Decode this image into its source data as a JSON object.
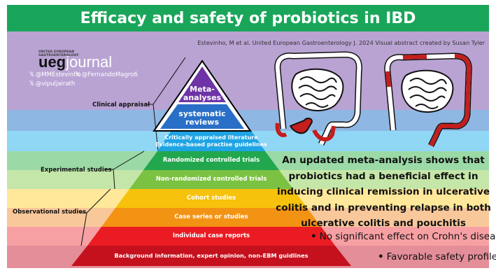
{
  "title": "Efficacy and safety of probiotics in IBD",
  "citation": "Estevinho, M et al. United European Gastroenterology J. 2024 Visual abstract created by Susan Tyler",
  "brand": {
    "small_text_line1": "UNITED EUROPEAN",
    "small_text_line2": "GASTROENTEROLOGY",
    "name_part1": "ueg",
    "name_part2": "journal",
    "social_icon": "x-logo-icon",
    "handles": [
      "@MMEstevinho",
      "@FernandoMagro6",
      "@vipuljairath"
    ]
  },
  "categories": {
    "clinical": "Clinical appraisal",
    "experimental": "Experimental studies",
    "observational": "Observational studies"
  },
  "pyramid": {
    "meta_analyses_1": "Meta-",
    "meta_analyses_2": "analyses",
    "systematic_1": "systematic",
    "systematic_2": "reviews",
    "appraised_1": "Critically appraised literature",
    "appraised_2": "Evidence-based practise guidelines",
    "rct": "Randomized controlled trials",
    "non_rct": "Non-randomized controlled trials",
    "cohort": "Cohort studies",
    "case_series": "Case series or studies",
    "case_reports": "Individual case reports",
    "background": "Background information, expert opinion, non-EBM guidlines"
  },
  "finding": "An updated meta-analysis shows that probiotics had a beneficial effect in inducing clinical remission in ulcerative colitis and in preventing relapse in both ulcerative colitis and pouchitis",
  "bullets": [
    "No significant effect on Crohn's disease",
    "Favorable safety profile"
  ],
  "colors": {
    "title_bar": "#1aa65a",
    "purple_band": "#b9a3d3",
    "blue_band": "#8fb7e3",
    "light_blue_band": "#8fd7f5",
    "green_band": "#9bd9a6",
    "light_green_band": "#c4e6a8",
    "yellow_band": "#ffe89a",
    "orange_band": "#f9c89a",
    "pink_band": "#f7a0a4",
    "rose_band": "#e48e99",
    "pyramid_purple": "#6e34a6",
    "pyramid_blue": "#2a6fc7",
    "pyramid_cyan": "#1fa4e4",
    "pyramid_green": "#22a74e",
    "pyramid_lime": "#7cc242",
    "pyramid_yellow": "#f6c20c",
    "pyramid_orange": "#f39314",
    "pyramid_red": "#ea1b23",
    "pyramid_darkred": "#c4111d",
    "colon_inflamed": "#c41e1e"
  }
}
